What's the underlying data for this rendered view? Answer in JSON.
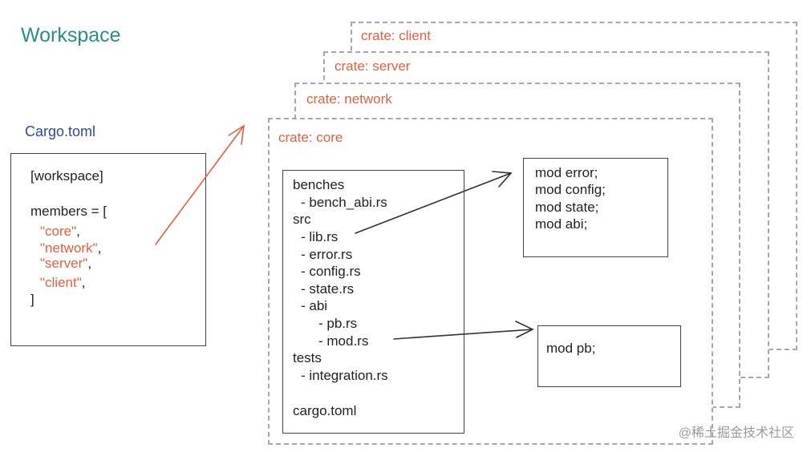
{
  "workspace_title": "Workspace",
  "cargo_label": "Cargo.toml",
  "workspace_file": {
    "header": "[workspace]",
    "members_open": "members = [",
    "members": [
      "\"core\"",
      "\"network\"",
      "\"server\"",
      "\"client\""
    ],
    "comma": ",",
    "close": "]"
  },
  "crates": {
    "client": "crate: client",
    "server": "crate: server",
    "network": "crate: network",
    "core": "crate: core"
  },
  "core_files": [
    "benches",
    "- bench_abi.rs",
    "src",
    "- lib.rs",
    "- error.rs",
    "- config.rs",
    "- state.rs",
    "- abi",
    "- pb.rs",
    "- mod.rs",
    "tests",
    "- integration.rs",
    "cargo.toml"
  ],
  "lib_mods": [
    "mod error;",
    "mod config;",
    "mod state;",
    "mod abi;"
  ],
  "abi_mods": [
    "mod pb;"
  ],
  "watermark": "@稀土掘金技术社区",
  "colors": {
    "title": "#2b8c8c",
    "cargo": "#2e4b9c",
    "crate_label": "#e0603f",
    "arrow_red": "#e0603f",
    "arrow_dark": "#333333",
    "dashed": "#a8a8a8"
  }
}
